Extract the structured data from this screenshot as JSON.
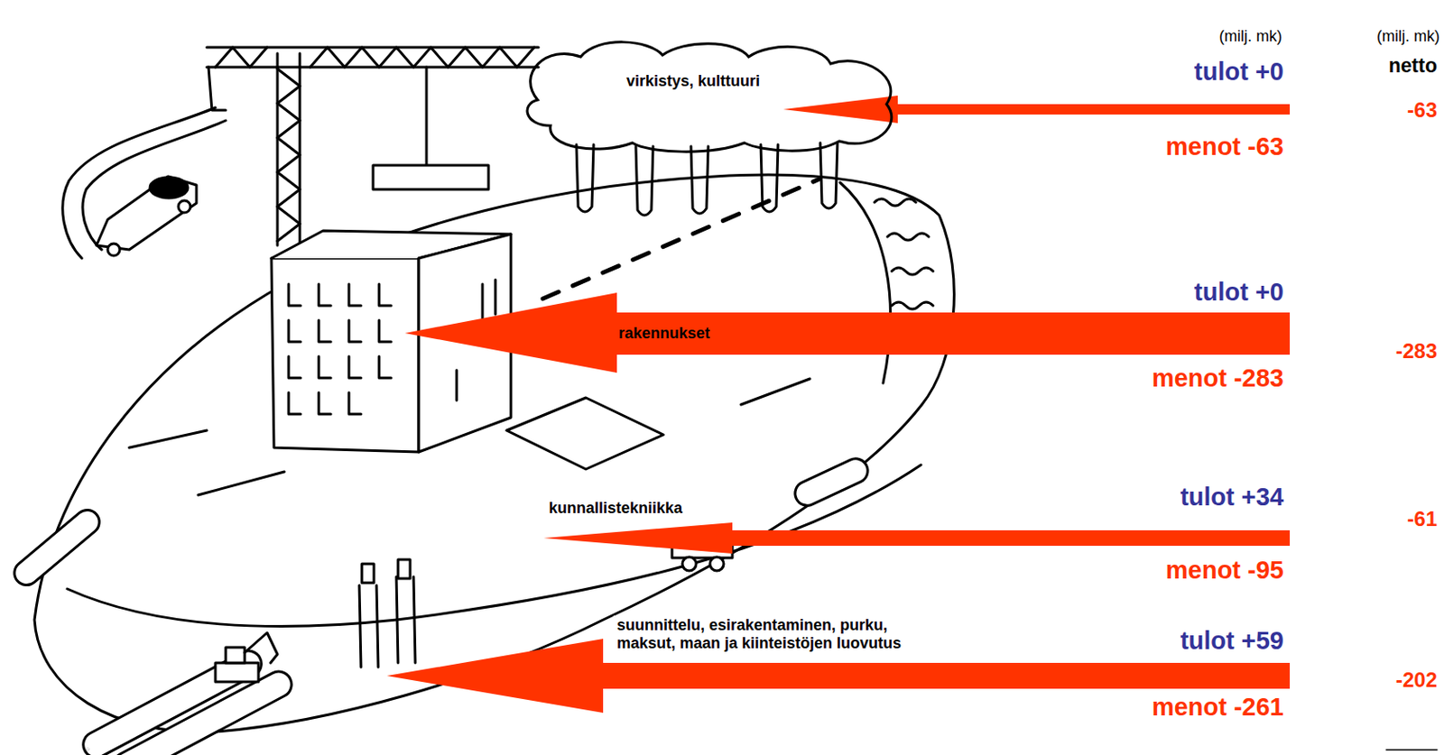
{
  "diagram": {
    "nodes": [
      {
        "text": [
          "virkistys, kulttuuri"
        ]
      }
    ],
    "labels": [
      "(milj. mk)",
      "(milj. mk)",
      "tulot +0",
      "netto",
      "-63",
      "menot -63",
      "tulot +0",
      "rakennukset",
      "-283",
      "menot -283",
      "tulot +34",
      "kunnallistekniikka",
      "-61",
      "menot -95",
      "suunnittelu, esirakentaminen, purku, maksut, maan ja kiinteistöjen luovutus",
      "tulot +59",
      "-202",
      "menot -261"
    ]
  }
}
